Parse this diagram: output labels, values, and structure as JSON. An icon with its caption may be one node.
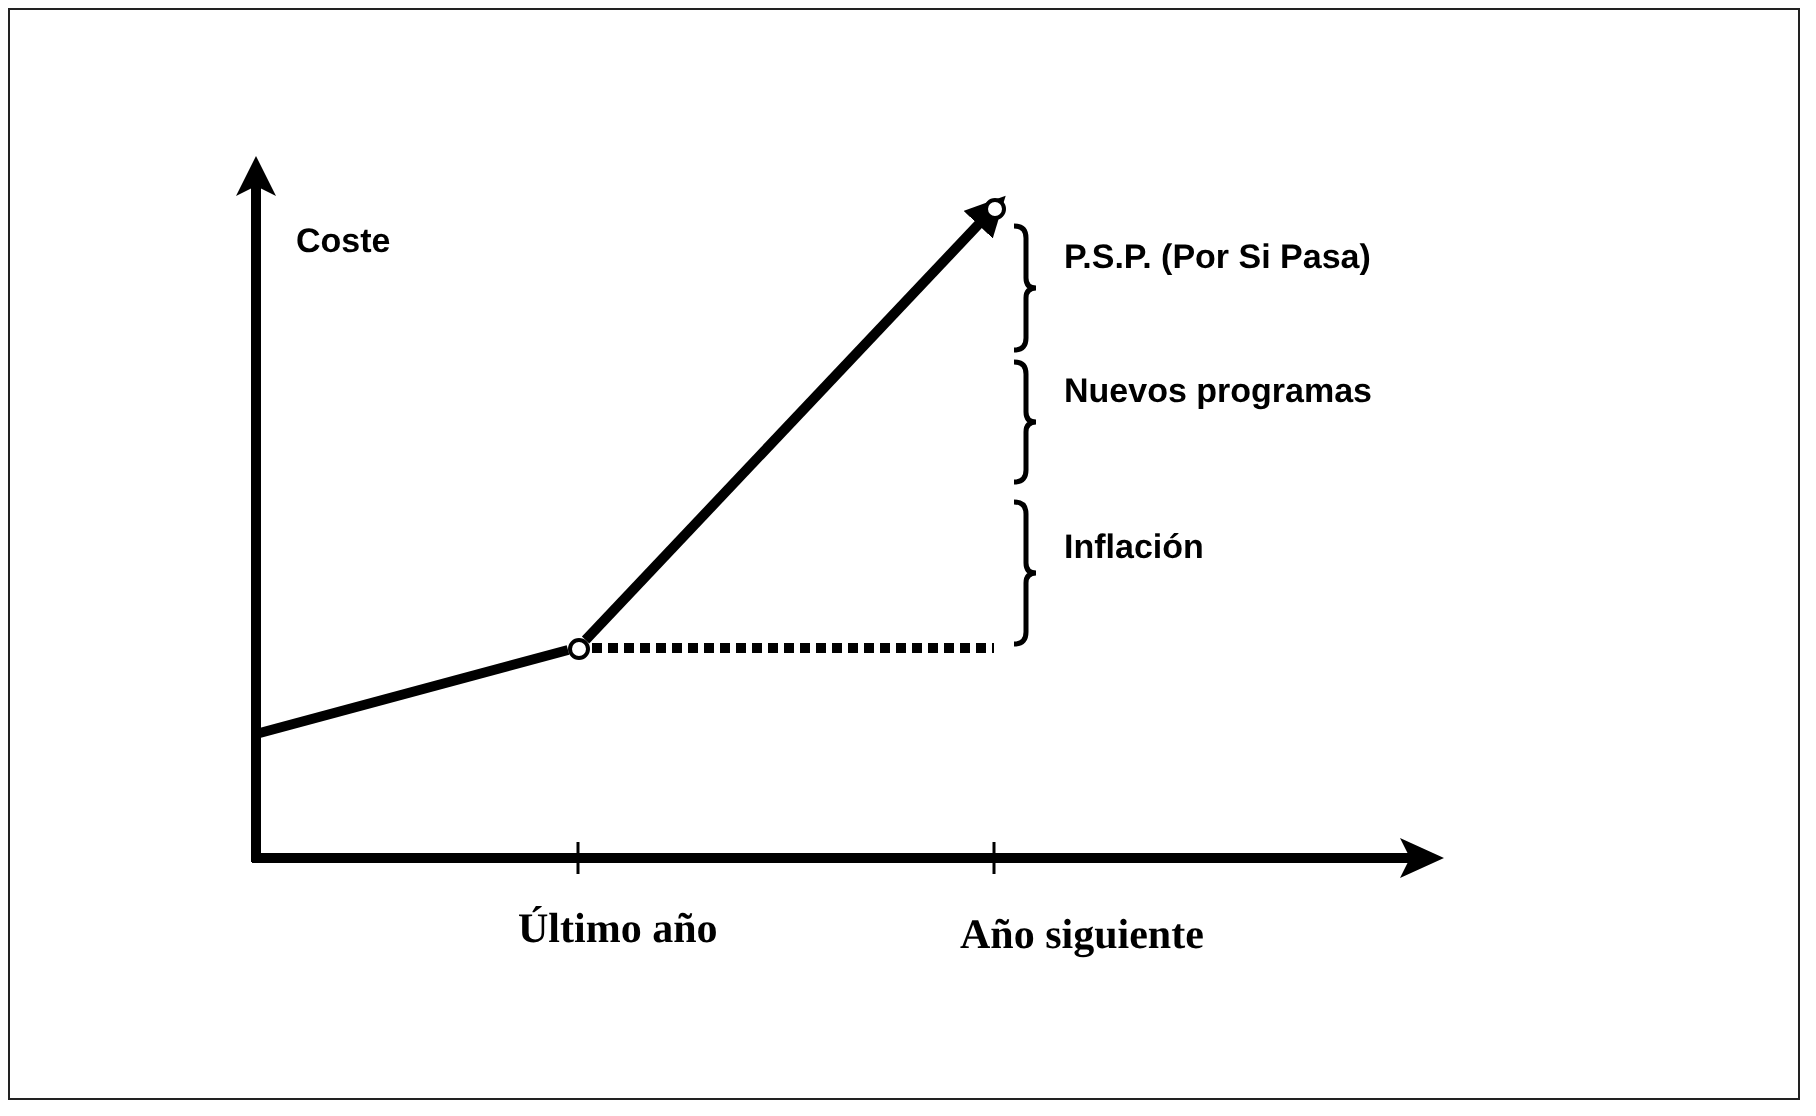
{
  "diagram": {
    "nodes": [
      {
        "text": [],
        "shape": "circle"
      },
      {
        "text": [],
        "shape": "circle"
      }
    ],
    "edges": [
      {
        "from": 0,
        "to": 1,
        "arrow": "to"
      }
    ],
    "labels": [
      "Coste",
      "P.S.P. (Por Si Pasa)",
      "Nuevos programas",
      "Inflación",
      "Último año",
      "Año siguiente"
    ]
  }
}
